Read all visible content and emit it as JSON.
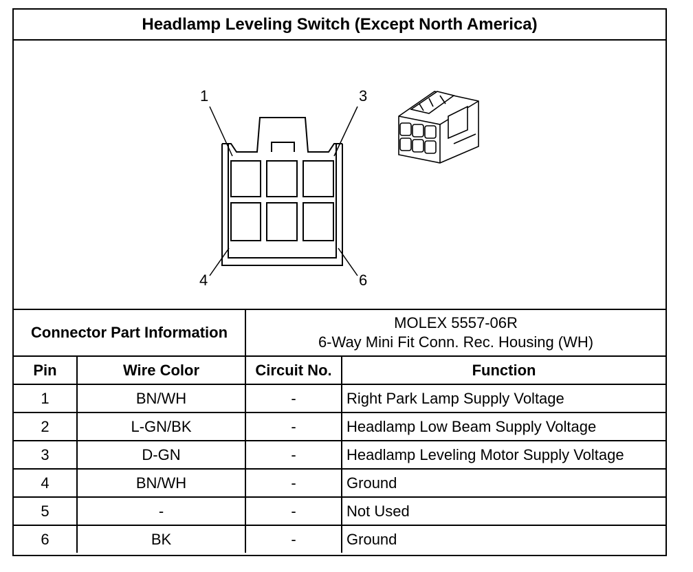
{
  "title": "Headlamp Leveling Switch (Except North America)",
  "diagram": {
    "pin_labels": [
      "1",
      "3",
      "4",
      "6"
    ]
  },
  "connector": {
    "label": "Connector Part Information",
    "part_number": "MOLEX 5557-06R",
    "description": "6-Way Mini Fit Conn. Rec. Housing (WH)"
  },
  "table": {
    "headers": [
      "Pin",
      "Wire Color",
      "Circuit No.",
      "Function"
    ],
    "rows": [
      {
        "pin": "1",
        "wire": "BN/WH",
        "circuit": "-",
        "function": "Right Park Lamp Supply Voltage"
      },
      {
        "pin": "2",
        "wire": "L-GN/BK",
        "circuit": "-",
        "function": "Headlamp Low Beam Supply Voltage"
      },
      {
        "pin": "3",
        "wire": "D-GN",
        "circuit": "-",
        "function": "Headlamp Leveling Motor Supply Voltage"
      },
      {
        "pin": "4",
        "wire": "BN/WH",
        "circuit": "-",
        "function": "Ground"
      },
      {
        "pin": "5",
        "wire": "-",
        "circuit": "-",
        "function": "Not Used"
      },
      {
        "pin": "6",
        "wire": "BK",
        "circuit": "-",
        "function": "Ground"
      }
    ]
  }
}
